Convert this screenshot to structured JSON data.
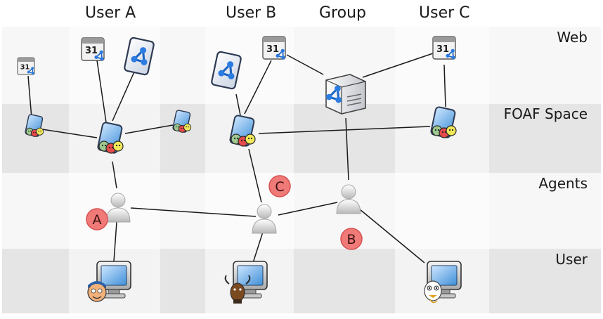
{
  "columns": [
    "User A",
    "User B",
    "Group",
    "User C"
  ],
  "rows": [
    "Web",
    "FOAF Space",
    "Agents",
    "User"
  ],
  "markers": [
    "A",
    "B",
    "C"
  ],
  "colors": {
    "row_web": "#f7f7f7",
    "row_foaf": "#e5e5e5",
    "row_agents": "#f7f7f7",
    "row_user": "#e5e5e5",
    "col_highlight": "rgba(255,255,255,0.55)",
    "marker_fill": "#f07a78",
    "marker_stroke": "#d65050"
  },
  "icons": {
    "calendar": "calendar-icon",
    "document": "rdf-document-icon",
    "foaf": "foaf-profile-icon",
    "server": "server-icon",
    "agent": "agent-icon",
    "user": "user-computer-icon"
  }
}
